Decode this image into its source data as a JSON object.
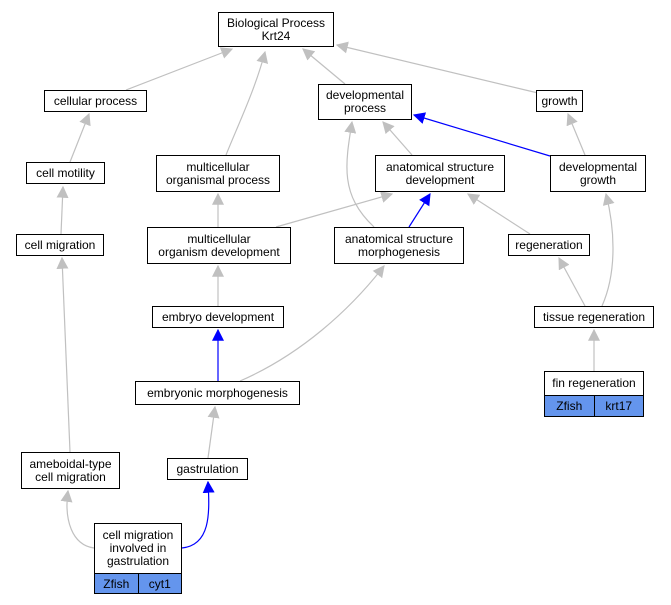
{
  "colors": {
    "is_a": "#c0c0c0",
    "part_of": "#0000ff",
    "gene_fill": "#6495ed"
  },
  "nodes": {
    "bp": "Biological Process\nKrt24",
    "cellular_process": "cellular process",
    "developmental_process": "developmental\nprocess",
    "growth": "growth",
    "cell_motility": "cell motility",
    "multicellular_organismal_process": "multicellular\norganismal process",
    "anatomical_structure_development": "anatomical structure\ndevelopment",
    "developmental_growth": "developmental\ngrowth",
    "cell_migration": "cell migration",
    "multicellular_organism_development": "multicellular\norganism development",
    "anatomical_structure_morphogenesis": "anatomical structure\nmorphogenesis",
    "regeneration": "regeneration",
    "embryo_development": "embryo development",
    "tissue_regeneration": "tissue regeneration",
    "fin_regeneration": "fin regeneration",
    "embryonic_morphogenesis": "embryonic morphogenesis",
    "ameboidal_type_cell_migration": "ameboidal-type\ncell migration",
    "gastrulation": "gastrulation",
    "cell_migration_gastrulation": "cell migration\ninvolved in\ngastrulation"
  },
  "genes": {
    "fin_regeneration": {
      "species": "Zfish",
      "gene": "krt17"
    },
    "cell_migration_gastrulation": {
      "species": "Zfish",
      "gene": "cyt1"
    }
  },
  "edges": [
    {
      "from": "cellular_process",
      "to": "bp",
      "type": "is_a"
    },
    {
      "from": "multicellular_organismal_process",
      "to": "bp",
      "type": "is_a"
    },
    {
      "from": "developmental_process",
      "to": "bp",
      "type": "is_a"
    },
    {
      "from": "growth",
      "to": "bp",
      "type": "is_a"
    },
    {
      "from": "cell_motility",
      "to": "cellular_process",
      "type": "is_a"
    },
    {
      "from": "cell_migration",
      "to": "cell_motility",
      "type": "is_a"
    },
    {
      "from": "ameboidal_type_cell_migration",
      "to": "cell_migration",
      "type": "is_a"
    },
    {
      "from": "cell_migration_gastrulation",
      "to": "ameboidal_type_cell_migration",
      "type": "is_a"
    },
    {
      "from": "cell_migration_gastrulation",
      "to": "gastrulation",
      "type": "part_of"
    },
    {
      "from": "gastrulation",
      "to": "embryonic_morphogenesis",
      "type": "is_a"
    },
    {
      "from": "embryonic_morphogenesis",
      "to": "embryo_development",
      "type": "part_of"
    },
    {
      "from": "embryonic_morphogenesis",
      "to": "anatomical_structure_morphogenesis",
      "type": "is_a"
    },
    {
      "from": "embryo_development",
      "to": "multicellular_organism_development",
      "type": "is_a"
    },
    {
      "from": "multicellular_organism_development",
      "to": "multicellular_organismal_process",
      "type": "is_a"
    },
    {
      "from": "multicellular_organism_development",
      "to": "anatomical_structure_development",
      "type": "is_a"
    },
    {
      "from": "anatomical_structure_morphogenesis",
      "to": "anatomical_structure_development",
      "type": "part_of"
    },
    {
      "from": "anatomical_structure_morphogenesis",
      "to": "developmental_process",
      "type": "is_a"
    },
    {
      "from": "anatomical_structure_development",
      "to": "developmental_process",
      "type": "is_a"
    },
    {
      "from": "developmental_growth",
      "to": "developmental_process",
      "type": "part_of"
    },
    {
      "from": "developmental_growth",
      "to": "growth",
      "type": "is_a"
    },
    {
      "from": "regeneration",
      "to": "anatomical_structure_development",
      "type": "is_a"
    },
    {
      "from": "tissue_regeneration",
      "to": "regeneration",
      "type": "is_a"
    },
    {
      "from": "tissue_regeneration",
      "to": "developmental_growth",
      "type": "is_a"
    },
    {
      "from": "fin_regeneration",
      "to": "tissue_regeneration",
      "type": "is_a"
    }
  ]
}
